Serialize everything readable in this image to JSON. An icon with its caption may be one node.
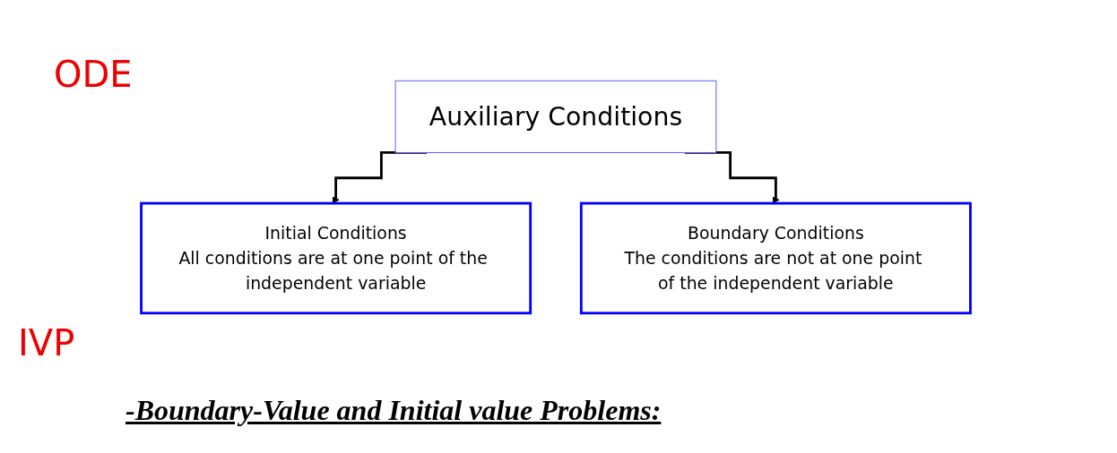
{
  "diagram": {
    "caption": "-Boundary-Value and Initial value Problems:",
    "nodes": [
      {
        "text": [
          "Auxiliary Conditions"
        ]
      },
      {
        "text": [
          "Initial Conditions",
          "All conditions are at one point of the independent variable"
        ]
      },
      {
        "text": [
          "Boundary Conditions",
          "The conditions are not at one point of the independent variable"
        ]
      }
    ],
    "edges": [
      {
        "from": 0,
        "to": 1,
        "arrow": "to"
      },
      {
        "from": 0,
        "to": 2,
        "arrow": "to"
      }
    ],
    "labels": [
      "ODE",
      "IVP"
    ]
  }
}
